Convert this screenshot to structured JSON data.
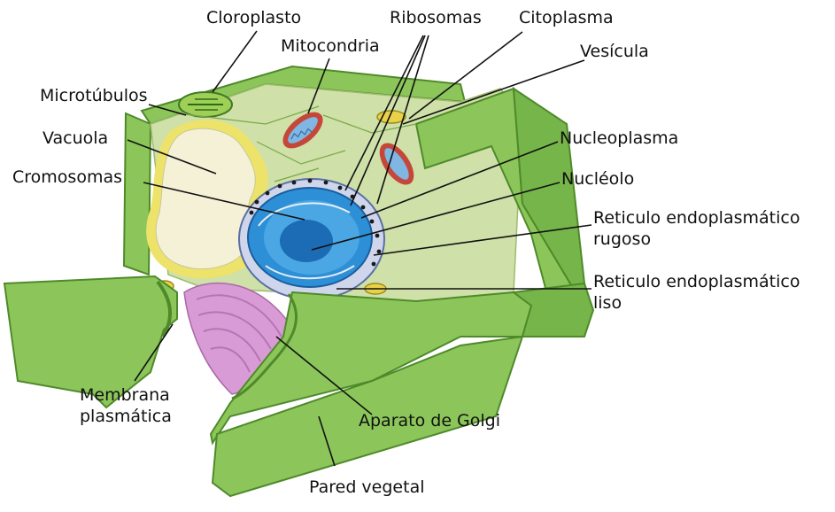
{
  "labels": {
    "cloroplasto": "Cloroplasto",
    "ribosomas": "Ribosomas",
    "citoplasma": "Citoplasma",
    "mitocondria": "Mitocondria",
    "vesicula": "Vesícula",
    "microtubulos": "Microtúbulos",
    "vacuola": "Vacuola",
    "nucleoplasma": "Nucleoplasma",
    "cromosomas": "Cromosomas",
    "nucleolo": "Nucléolo",
    "rer_line1": "Reticulo endoplasmático",
    "rer_line2": "rugoso",
    "rel_line1": "Reticulo endoplasmático",
    "rel_line2": "liso",
    "membrana_line1": "Membrana",
    "membrana_line2": "plasmática",
    "golgi": "Aparato de Golgi",
    "pared": "Pared vegetal"
  },
  "colors": {
    "cell_wall": "#8cc65b",
    "cell_wall_dark": "#5a9a34",
    "cytoplasm": "#cfe0a8",
    "vacuole": "#f4f1d6",
    "tonoplast": "#eee36a",
    "nucleus_outer": "#cfd6ec",
    "nucleus": "#2d8fd6",
    "nucleolus": "#1b6cb4",
    "golgi": "#d99bd6",
    "mitochondria": "#c4473a",
    "vesicle": "#e9d24a"
  }
}
